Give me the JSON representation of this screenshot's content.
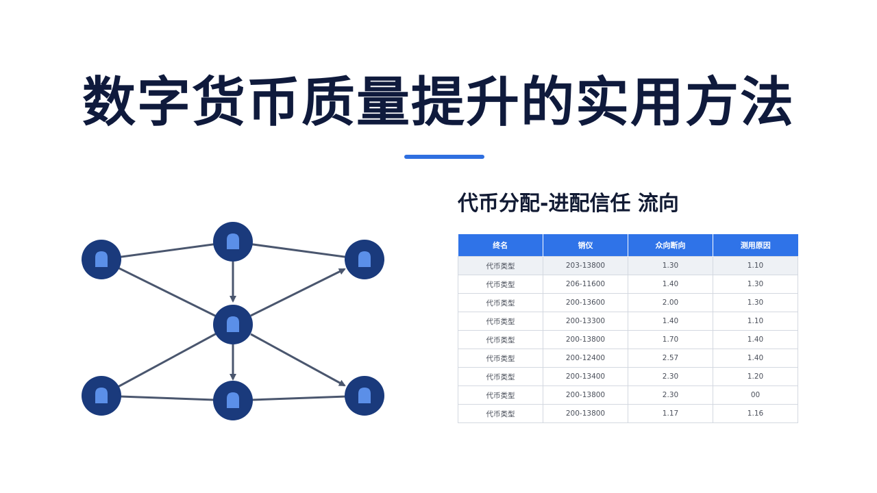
{
  "page": {
    "title": "数字货币质量提升的实用方法",
    "accent_color": "#2f6fe0"
  },
  "diagram": {
    "node_color": "#1a3a7c",
    "node_icon_color": "#5b8fe8",
    "edge_color": "#4a566e",
    "node_icon": "document-icon",
    "nodes": [
      "n1",
      "n2",
      "n3",
      "n4",
      "n5",
      "n6",
      "n7"
    ]
  },
  "table": {
    "title": "代币分配-进配信任 流向",
    "header_color": "#2f73e8",
    "columns": [
      "终名",
      "销仪",
      "众向断向",
      "测用原因"
    ],
    "rows": [
      [
        "代币类型",
        "203-13800",
        "1.30",
        "1.10"
      ],
      [
        "代币类型",
        "206-11600",
        "1.40",
        "1.30"
      ],
      [
        "代币类型",
        "200-13600",
        "2.00",
        "1.30"
      ],
      [
        "代币类型",
        "200-13300",
        "1.40",
        "1.10"
      ],
      [
        "代币类型",
        "200-13800",
        "1.70",
        "1.40"
      ],
      [
        "代币类型",
        "200-12400",
        "2.57",
        "1.40"
      ],
      [
        "代币类型",
        "200-13400",
        "2.30",
        "1.20"
      ],
      [
        "代币类型",
        "200-13800",
        "2.30",
        "00"
      ],
      [
        "代币类型",
        "200-13800",
        "1.17",
        "1.16"
      ]
    ]
  }
}
